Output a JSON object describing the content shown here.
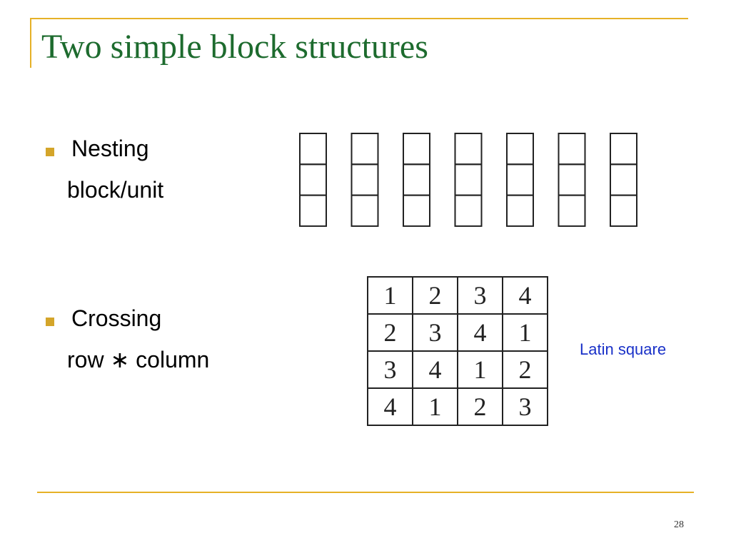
{
  "title": "Two simple block structures",
  "bullets": [
    {
      "label": "Nesting",
      "sub": "block/unit"
    },
    {
      "label": "Crossing",
      "sub": "row ∗ column"
    }
  ],
  "nesting_diagram": {
    "blocks": 7,
    "units_per_block": 3
  },
  "latin_square": {
    "label": "Latin square",
    "rows": [
      [
        "1",
        "2",
        "3",
        "4"
      ],
      [
        "2",
        "3",
        "4",
        "1"
      ],
      [
        "3",
        "4",
        "1",
        "2"
      ],
      [
        "4",
        "1",
        "2",
        "3"
      ]
    ]
  },
  "page_number": "28",
  "colors": {
    "title": "#1d6b2e",
    "accent": "#e6b127",
    "bullet": "#d4a52a",
    "latin_label": "#1a31c8"
  }
}
